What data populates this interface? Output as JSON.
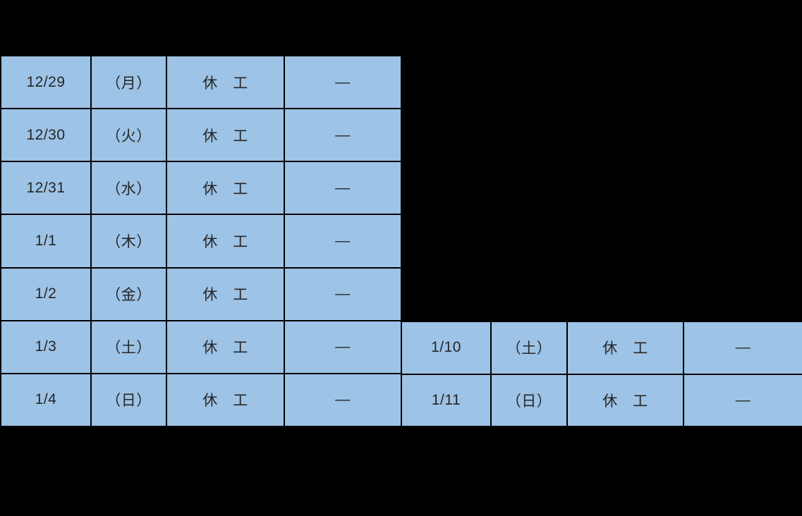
{
  "canvas": {
    "background_color": "#000000"
  },
  "colors": {
    "cell_fill": "#9DC3E6",
    "cell_border": "#000000",
    "cell_text": "#262626"
  },
  "left_table": {
    "rows": [
      {
        "date": "12/29",
        "weekday": "（月）",
        "status": "休　工",
        "note": "—"
      },
      {
        "date": "12/30",
        "weekday": "（火）",
        "status": "休　工",
        "note": "—"
      },
      {
        "date": "12/31",
        "weekday": "（水）",
        "status": "休　工",
        "note": "—"
      },
      {
        "date": "1/1",
        "weekday": "（木）",
        "status": "休　工",
        "note": "—"
      },
      {
        "date": "1/2",
        "weekday": "（金）",
        "status": "休　工",
        "note": "—"
      },
      {
        "date": "1/3",
        "weekday": "（土）",
        "status": "休　工",
        "note": "—"
      },
      {
        "date": "1/4",
        "weekday": "（日）",
        "status": "休　工",
        "note": "—"
      }
    ]
  },
  "right_table": {
    "rows": [
      {
        "date": "1/10",
        "weekday": "（土）",
        "status": "休　工",
        "note": "—"
      },
      {
        "date": "1/11",
        "weekday": "（日）",
        "status": "休　工",
        "note": "—"
      }
    ]
  }
}
